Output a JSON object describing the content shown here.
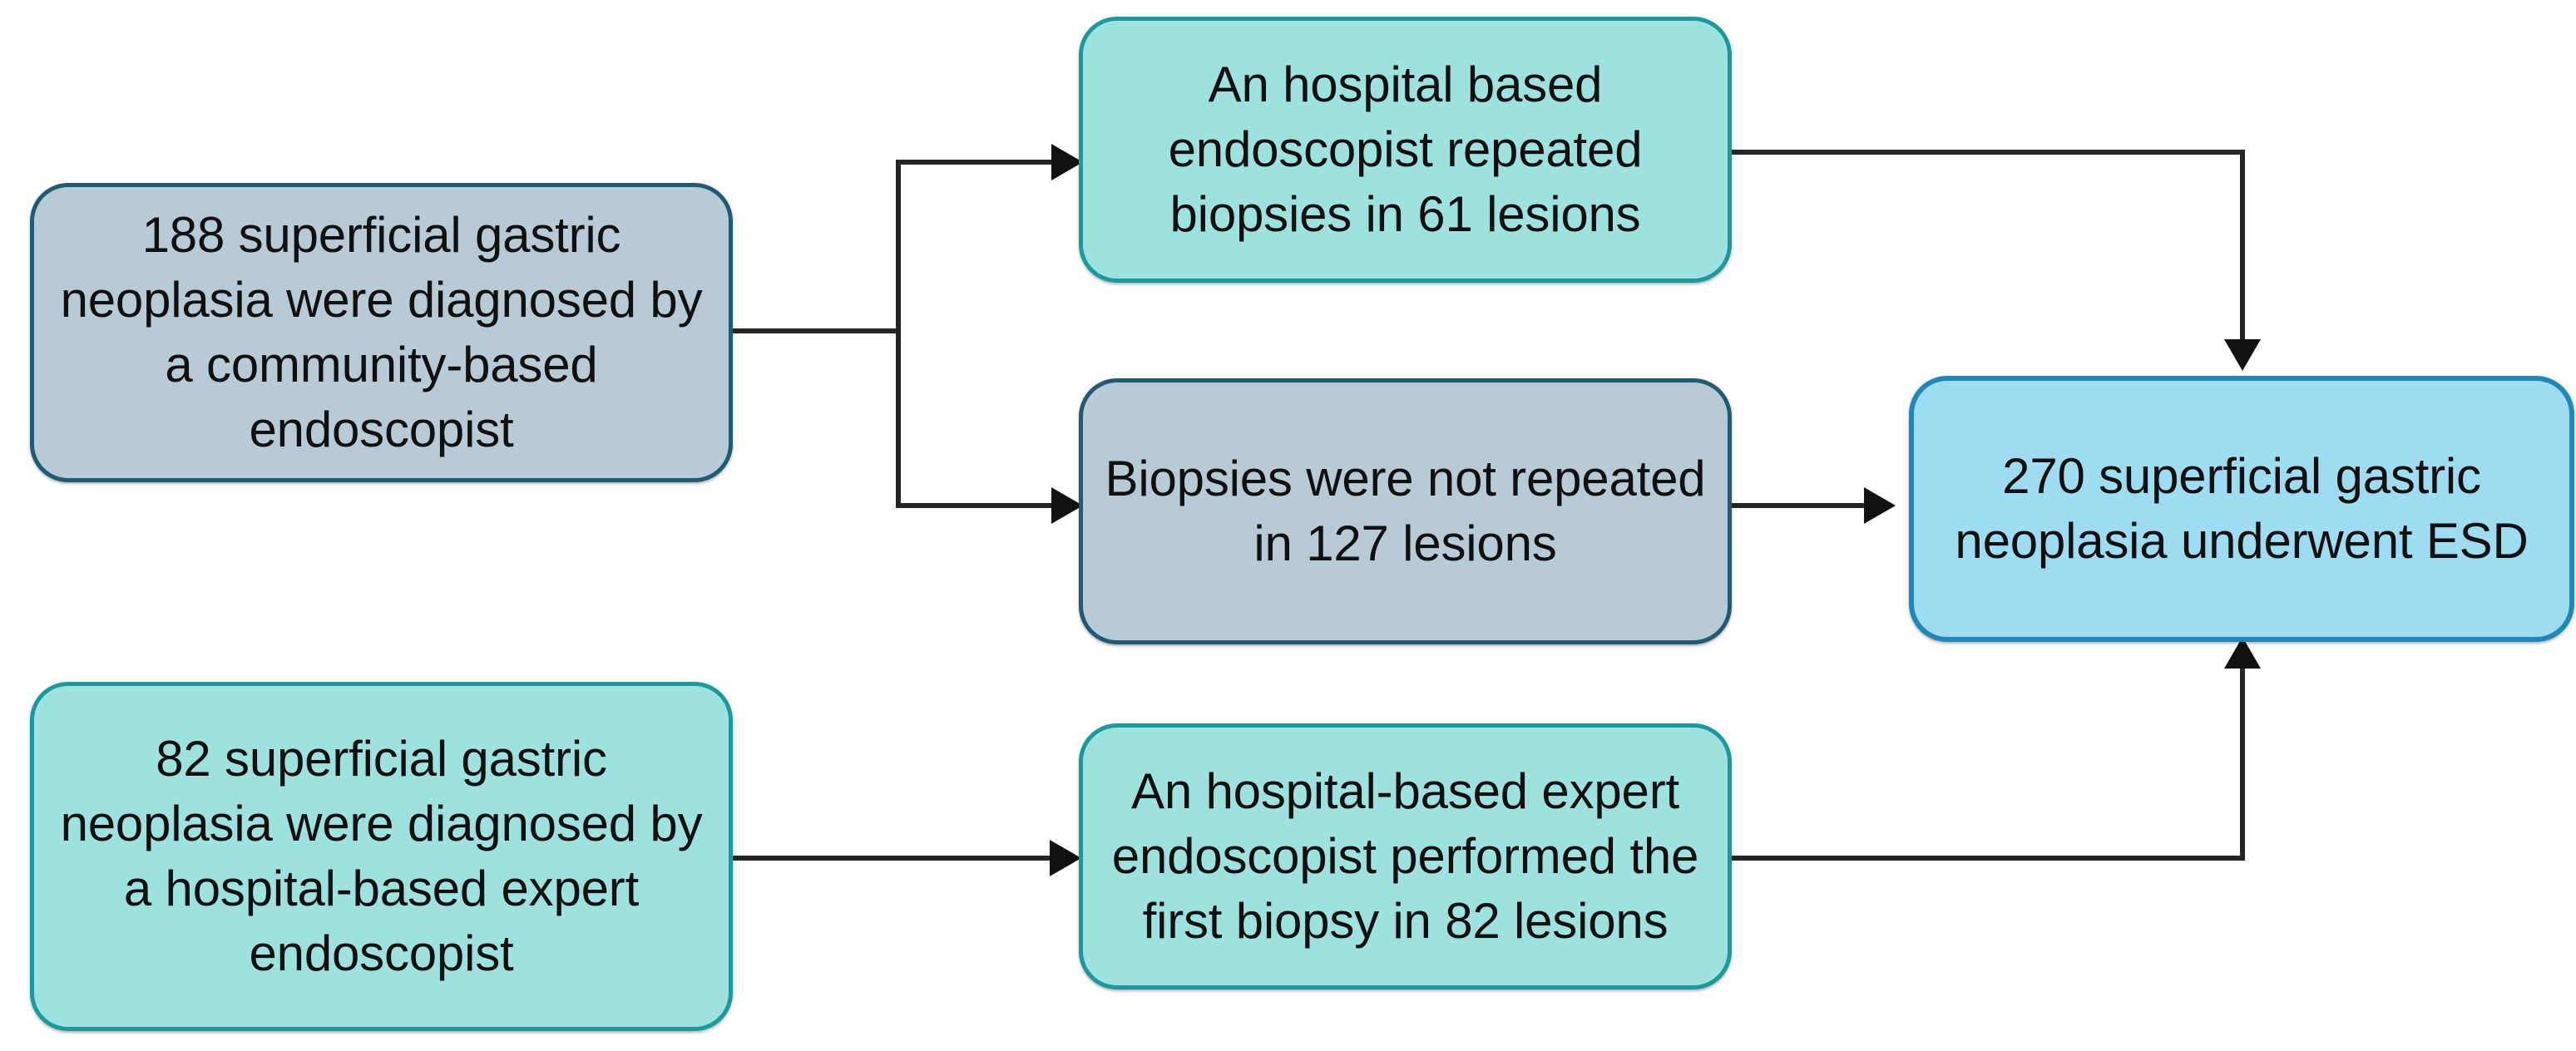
{
  "diagram": {
    "type": "flowchart",
    "orientation": "left-to-right",
    "background_color": "#ffffff",
    "nodes": [
      {
        "id": "source-community",
        "label": "188 superficial gastric\nneoplasia were diagnosed by\na community-based\nendoscopist",
        "fill_color": "#b7cad6",
        "border_color": "#215a74"
      },
      {
        "id": "repeat-biopsy",
        "label": "An hospital based\nendoscopist repeated\nbiopsies in 61 lesions",
        "fill_color": "#9ee2e0",
        "border_color": "#1b9a9e"
      },
      {
        "id": "no-repeat-biopsy",
        "label": "Biopsies were not repeated\nin 127 lesions",
        "fill_color": "#b7cad6",
        "border_color": "#215a74"
      },
      {
        "id": "outcome-esd",
        "label": "270 superficial gastric\nneoplasia  underwent ESD",
        "fill_color": "#9ddcf1",
        "border_color": "#1f87bb"
      },
      {
        "id": "source-hospital",
        "label": "82 superficial gastric\nneoplasia were diagnosed by\na hospital-based expert\nendoscopist",
        "fill_color": "#9ee2e0",
        "border_color": "#1b9a9e"
      },
      {
        "id": "first-biopsy-expert",
        "label": "An hospital-based expert\nendoscopist performed the\nfirst biopsy in 82 lesions",
        "fill_color": "#9ee2e0",
        "border_color": "#1b9a9e"
      }
    ],
    "edges": [
      {
        "id": "edge-community-to-repeat",
        "from": "source-community",
        "to": "repeat-biopsy",
        "arrowhead": "right"
      },
      {
        "id": "edge-community-to-norepeat",
        "from": "source-community",
        "to": "no-repeat-biopsy",
        "arrowhead": "right"
      },
      {
        "id": "edge-repeat-to-esd",
        "from": "repeat-biopsy",
        "to": "outcome-esd",
        "arrowhead": "down"
      },
      {
        "id": "edge-norepeat-to-esd",
        "from": "no-repeat-biopsy",
        "to": "outcome-esd",
        "arrowhead": "right"
      },
      {
        "id": "edge-hospital-to-firstbiopsy",
        "from": "source-hospital",
        "to": "first-biopsy-expert",
        "arrowhead": "right"
      },
      {
        "id": "edge-firstbiopsy-to-esd",
        "from": "first-biopsy-expert",
        "to": "outcome-esd",
        "arrowhead": "up"
      }
    ],
    "connector_color": "#262626"
  }
}
